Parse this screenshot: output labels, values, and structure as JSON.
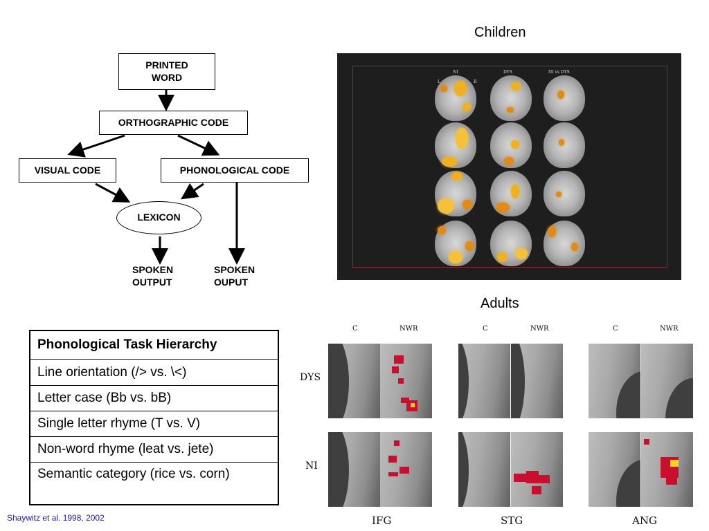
{
  "flowchart": {
    "printed_word": "PRINTED WORD",
    "orthographic_code": "ORTHOGRAPHIC CODE",
    "visual_code": "VISUAL CODE",
    "phonological_code": "PHONOLOGICAL CODE",
    "lexicon": "LEXICON",
    "spoken_output_left": "SPOKEN OUTPUT",
    "spoken_output_right": "SPOKEN OUPUT"
  },
  "children": {
    "heading": "Children",
    "columns": [
      "NI",
      "DYS",
      "NI vs DYS"
    ],
    "left_marker": "L",
    "right_marker": "R",
    "frame_color": "#8c2a3a",
    "background_color": "#1e1e1e"
  },
  "adults": {
    "heading": "Adults",
    "condition_labels": {
      "control": "C",
      "nonword_rhyme": "NWR"
    },
    "row_labels": [
      "DYS",
      "NI"
    ],
    "region_labels": [
      "IFG",
      "STG",
      "ANG"
    ],
    "activation_colors": {
      "primary": "#c8102e",
      "peak": "#ffd21a"
    }
  },
  "table": {
    "header": "Phonological Task Hierarchy",
    "rows": [
      "Line orientation (/> vs. \\<)",
      "Letter case (Bb vs. bB)",
      "Single letter rhyme (T vs. V)",
      "Non-word rhyme (leat vs. jete)",
      "Semantic category (rice vs. corn)"
    ]
  },
  "citation": "Shaywitz et al. 1998, 2002"
}
